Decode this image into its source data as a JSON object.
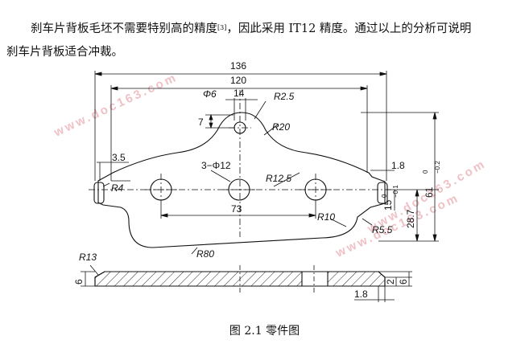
{
  "paragraph": {
    "line1_a": "刹车片背板毛坯不需要特别高的精度",
    "ref": "[3]",
    "line1_b": "，因此采用 IT12 精度。通过以上的分析可说明",
    "line2": "刹车片背板适合冲裁。"
  },
  "caption": "图 2.1 零件图",
  "drawing": {
    "d136": "136",
    "d120": "120",
    "d14": "14",
    "phi6": "Φ6",
    "r2_5": "R2.5",
    "d7": "7",
    "r20": "R20",
    "d3_5": "3.5",
    "holes": "3−Φ12",
    "r4": "R4",
    "r12_5": "R12.5",
    "d73": "73",
    "d1_8_top": "1.8",
    "d61": "61",
    "d61_tol": "−0.2",
    "d61_tol_top": "0",
    "d15": "15",
    "d15_tol": "−0.1",
    "d15_tol_top": "0",
    "d28_7": "28.7",
    "r10": "R10",
    "r5_5": "R5.5",
    "r80": "R80",
    "r13": "R13",
    "d6_left": "6",
    "d2": "2",
    "d6_right": "6",
    "d1_8_bottom": "1.8"
  },
  "watermark": {
    "text_left": "www.doc163.com",
    "text_right": "www.doc163.com",
    "text_bottom": "www.doc163.com"
  }
}
